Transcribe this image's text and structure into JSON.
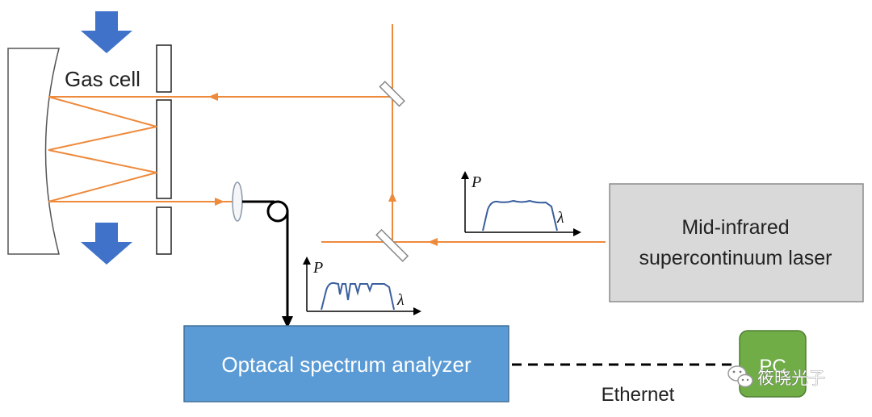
{
  "gas_cell": {
    "label": "Gas cell"
  },
  "laser": {
    "line1": "Mid-infrared",
    "line2": "supercontinuum laser"
  },
  "analyzer": {
    "label": "Optacal spectrum analyzer"
  },
  "pc": {
    "label": "PC"
  },
  "link": {
    "label": "Ethernet"
  },
  "spectrum_in": {
    "p_label": "P",
    "lambda_label": "λ"
  },
  "spectrum_out": {
    "p_label": "P",
    "lambda_label": "λ"
  },
  "watermark": {
    "text": "筱晓光子",
    "icon": "wechat-icon"
  },
  "colors": {
    "beam": "#ee8a3c",
    "flow_arrow": "#3f72c8",
    "analyzer_fill": "#5b9bd5",
    "laser_fill": "#d9d9d9",
    "pc_fill": "#70ad47",
    "spectrum_line": "#3a5f9e"
  }
}
